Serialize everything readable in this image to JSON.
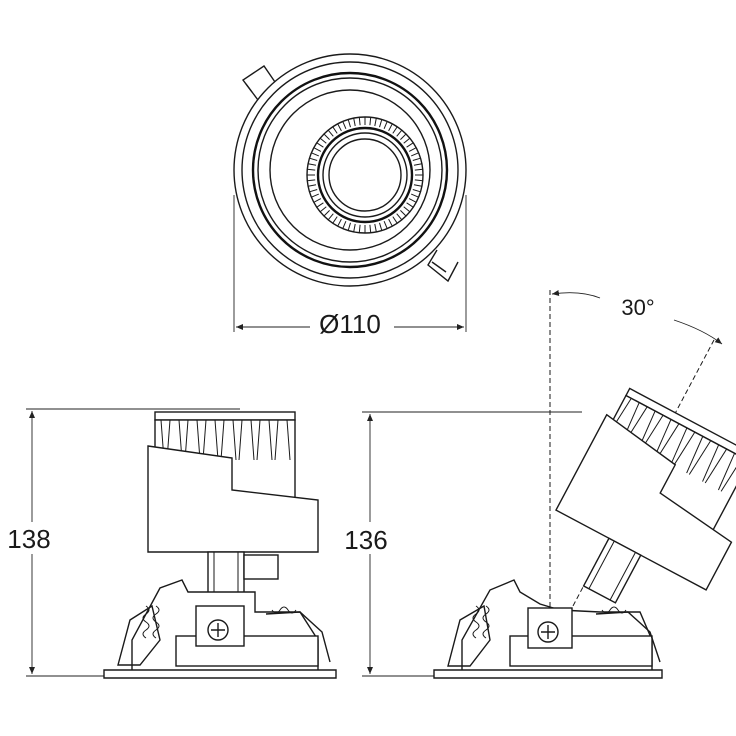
{
  "dimensions": {
    "diameter_label": "Ø110",
    "height_left_label": "138",
    "height_right_label": "136",
    "tilt_angle_label": "30°"
  },
  "colors": {
    "line": "#1a1a1a",
    "background": "#ffffff"
  }
}
